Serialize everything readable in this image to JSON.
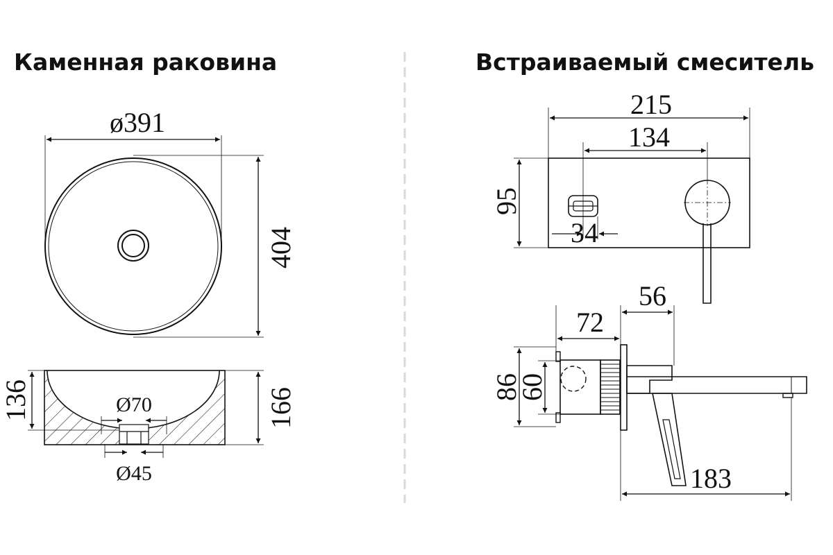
{
  "titles": {
    "sink": "Каменная раковина",
    "mixer": "Встраиваемый смеситель"
  },
  "sink": {
    "top_view": {
      "diameter_label": "ø391",
      "depth_label": "404"
    },
    "section_view": {
      "inner_height_label": "136",
      "outer_height_label": "166",
      "drain_top_label": "Ø70",
      "drain_bottom_label": "Ø45"
    }
  },
  "mixer": {
    "front_view": {
      "plate_width_label": "215",
      "axis_distance_label": "134",
      "plate_height_label": "95",
      "box_width_label": "34"
    },
    "side_view": {
      "spout_reach_label": "56",
      "body_depth_label": "72",
      "outer_height_label": "86",
      "inner_height_label": "60",
      "total_length_label": "183"
    }
  },
  "colors": {
    "line": "#111111",
    "divider": "#d9d9d9",
    "background": "#ffffff"
  }
}
